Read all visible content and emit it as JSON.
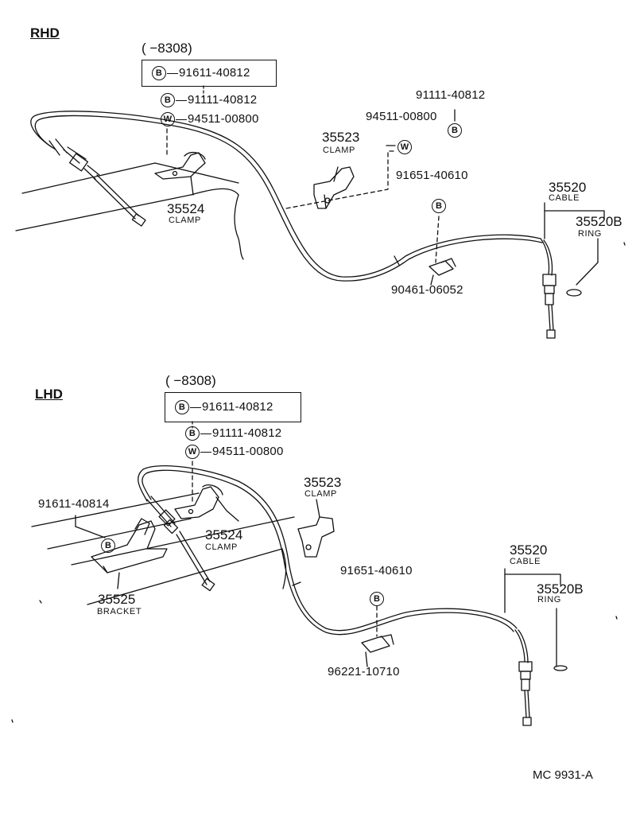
{
  "diagram": {
    "footer_code": "MC  9931-A",
    "rhd": {
      "section_label": "RHD",
      "production_range": "(        −8308)",
      "boxed_part": {
        "badge": "B",
        "number": "91611-40812"
      },
      "bolt_left": {
        "badge": "B",
        "number": "91111-40812"
      },
      "washer_left": {
        "badge": "W",
        "number": "94511-00800"
      },
      "bolt_right_number": "91111-40812",
      "bolt_right_badge": "B",
      "washer_right_number": "94511-00800",
      "washer_right_badge": "W",
      "clamp_center": {
        "number": "35523",
        "name": "CLAMP"
      },
      "clamp_left": {
        "number": "35524",
        "name": "CLAMP"
      },
      "bolt_lower_number": "91651-40610",
      "bolt_lower_badge": "B",
      "cable": {
        "number": "35520",
        "name": "CABLE"
      },
      "ring": {
        "number": "35520B",
        "name": "RING"
      },
      "nut": "90461-06052"
    },
    "lhd": {
      "section_label": "LHD",
      "production_range": "(        −8308)",
      "boxed_part": {
        "badge": "B",
        "number": "91611-40812"
      },
      "bolt_top": {
        "badge": "B",
        "number": "91111-40812"
      },
      "washer_top": {
        "badge": "W",
        "number": "94511-00800"
      },
      "bolt_bracket_number": "91611-40814",
      "bolt_bracket_badge": "B",
      "clamp_right": {
        "number": "35523",
        "name": "CLAMP"
      },
      "clamp_left": {
        "number": "35524",
        "name": "CLAMP"
      },
      "bracket": {
        "number": "35525",
        "name": "BRACKET"
      },
      "bolt_lower_number": "91651-40610",
      "bolt_lower_badge": "B",
      "cable": {
        "number": "35520",
        "name": "CABLE"
      },
      "ring": {
        "number": "35520B",
        "name": "RING"
      },
      "nut": "96221-10710"
    }
  }
}
